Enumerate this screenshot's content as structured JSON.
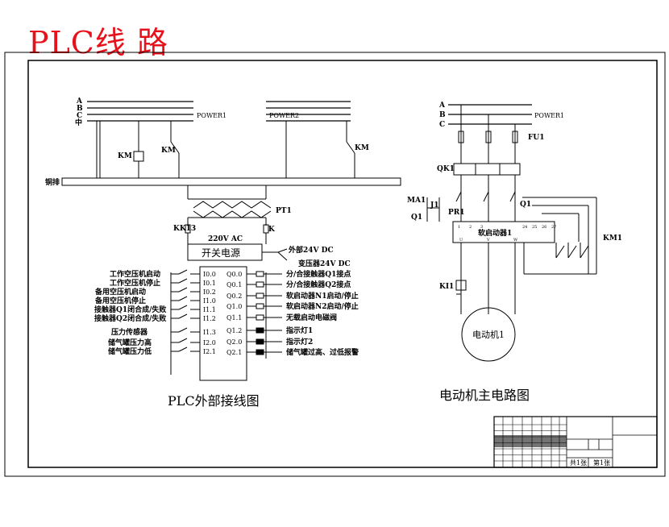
{
  "title": "PLC线 路",
  "left": {
    "phases": [
      "A",
      "B",
      "C",
      "中"
    ],
    "power1": "POWER1",
    "power2": "POWER2",
    "km": "KM",
    "busbar": "铜排",
    "pt1": "PT1",
    "kk13": "KK13",
    "k": "K",
    "voltage": "220V AC",
    "psu": "开关电源",
    "ext24": "外部24V DC",
    "trans24": "变压器24V DC",
    "inputs": [
      "I0.0",
      "I0.1",
      "I0.2",
      "I1.0",
      "I1.1",
      "I1.2",
      "I1.3",
      "I2.0",
      "I2.1"
    ],
    "outputs": [
      "Q0.0",
      "Q0.1",
      "Q0.2",
      "Q1.0",
      "Q1.1",
      "Q1.2",
      "Q2.0",
      "Q2.1"
    ],
    "input_labels": [
      "工作空压机启动",
      "工作空压机停止",
      "备用空压机启动",
      "备用空压机停止",
      "接触器Q1闭合成/失败",
      "接触器Q2闭合成/失败",
      "压力传感器",
      "储气罐压力高",
      "储气罐压力低"
    ],
    "output_labels": [
      "分/合接触器Q1接点",
      "分/合接触器Q2接点",
      "软启动器N1启动/停止",
      "软启动器N2启动/停止",
      "无载启动电磁阀",
      "指示灯1",
      "指示灯2",
      "储气罐过高、过低报警"
    ],
    "caption": "PLC外部接线图"
  },
  "right": {
    "phases": [
      "A",
      "B",
      "C"
    ],
    "power1": "POWER1",
    "fu1": "FU1",
    "qk1": "QK1",
    "ma1": "MA1",
    "j1": "J1",
    "q1_left": "Q1",
    "pr1": "PR1",
    "q1_right": "Q1",
    "soft_starter": "软启动器1",
    "km1": "KM1",
    "ki1": "KI1",
    "motor": "电动机1",
    "caption": "电动机主电路图",
    "starter_terminals": [
      "1",
      "2",
      "3",
      "24",
      "25",
      "26",
      "27"
    ],
    "starter_bottom": [
      "U",
      "V",
      "W"
    ]
  },
  "title_block": {
    "sheet": "共1张",
    "page": "第1张"
  }
}
